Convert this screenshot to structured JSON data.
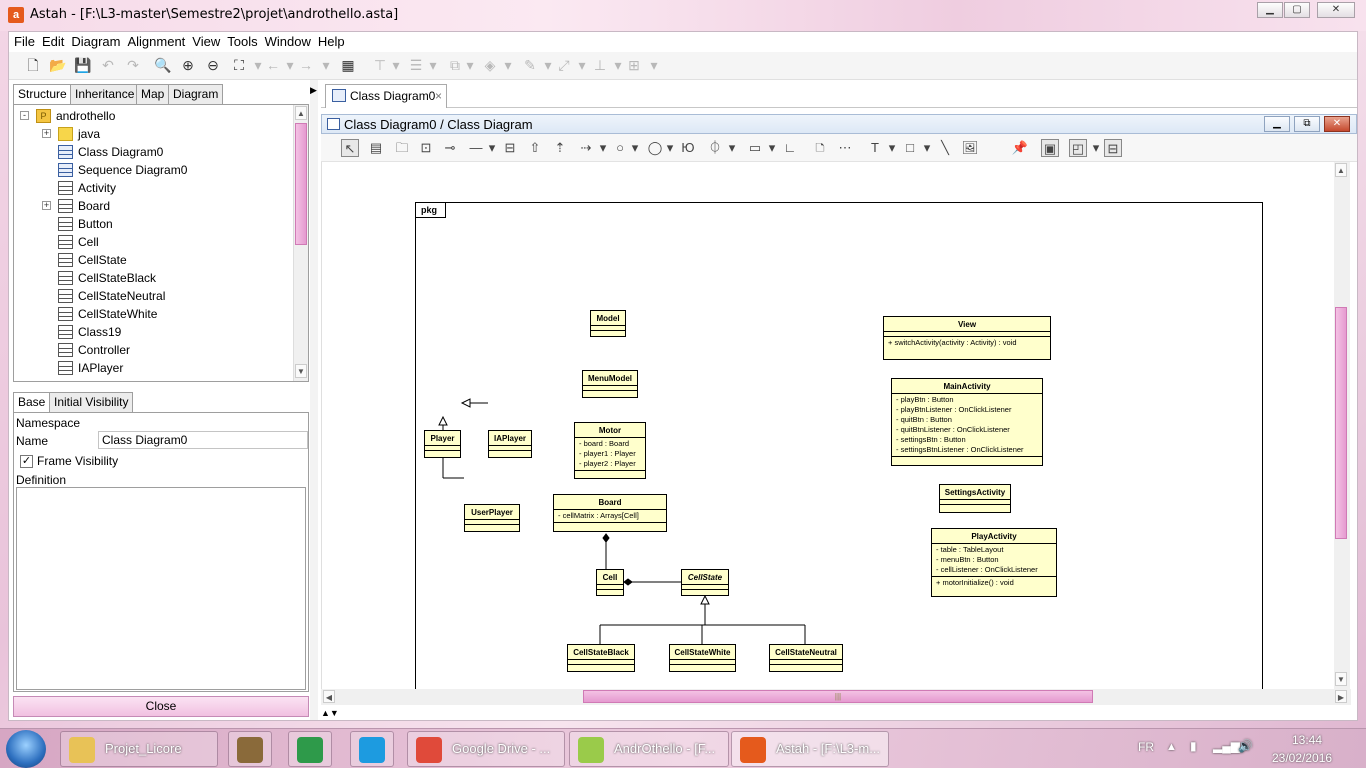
{
  "window": {
    "title": "Astah - [F:\\L3-master\\Semestre2\\projet\\androthello.asta]"
  },
  "menu": [
    "File",
    "Edit",
    "Diagram",
    "Alignment",
    "View",
    "Tools",
    "Window",
    "Help"
  ],
  "left_tabs": [
    "Structure",
    "Inheritance",
    "Map",
    "Diagram"
  ],
  "tree": [
    {
      "label": "androthello",
      "type": "pkg",
      "indent": 0,
      "expand": "-"
    },
    {
      "label": "java",
      "type": "folder",
      "indent": 1,
      "expand": "+"
    },
    {
      "label": "Class Diagram0",
      "type": "diag",
      "indent": 1,
      "expand": ""
    },
    {
      "label": "Sequence Diagram0",
      "type": "diag",
      "indent": 1,
      "expand": ""
    },
    {
      "label": "Activity",
      "type": "class",
      "indent": 1,
      "expand": ""
    },
    {
      "label": "Board",
      "type": "class",
      "indent": 1,
      "expand": "+"
    },
    {
      "label": "Button",
      "type": "class",
      "indent": 1,
      "expand": ""
    },
    {
      "label": "Cell",
      "type": "class",
      "indent": 1,
      "expand": ""
    },
    {
      "label": "CellState",
      "type": "class",
      "indent": 1,
      "expand": ""
    },
    {
      "label": "CellStateBlack",
      "type": "class",
      "indent": 1,
      "expand": ""
    },
    {
      "label": "CellStateNeutral",
      "type": "class",
      "indent": 1,
      "expand": ""
    },
    {
      "label": "CellStateWhite",
      "type": "class",
      "indent": 1,
      "expand": ""
    },
    {
      "label": "Class19",
      "type": "class",
      "indent": 1,
      "expand": ""
    },
    {
      "label": "Controller",
      "type": "class",
      "indent": 1,
      "expand": ""
    },
    {
      "label": "IAPlayer",
      "type": "class",
      "indent": 1,
      "expand": ""
    }
  ],
  "props_tabs": [
    "Base",
    "Initial Visibility"
  ],
  "props": {
    "namespace_label": "Namespace",
    "name_label": "Name",
    "name_value": "Class Diagram0",
    "frame_visibility_label": "Frame Visibility",
    "frame_visibility_checked": true,
    "definition_label": "Definition",
    "close_label": "Close"
  },
  "doc_tab": "Class Diagram0",
  "inner_title": "Class Diagram0 / Class Diagram",
  "pkg_label": "pkg",
  "classes": {
    "model": {
      "name": "Model",
      "attrs": [],
      "ops": []
    },
    "menumodel": {
      "name": "MenuModel",
      "attrs": [],
      "ops": []
    },
    "motor": {
      "name": "Motor",
      "attrs": [
        "- board : Board",
        "- player1 : Player",
        "- player2 : Player"
      ],
      "ops": []
    },
    "player": {
      "name": "Player",
      "attrs": [],
      "ops": []
    },
    "iaplayer": {
      "name": "IAPlayer",
      "attrs": [],
      "ops": []
    },
    "userplayer": {
      "name": "UserPlayer",
      "attrs": [],
      "ops": []
    },
    "board": {
      "name": "Board",
      "attrs": [
        "- cellMatrix : Arrays[Cell]"
      ],
      "ops": []
    },
    "cell": {
      "name": "Cell",
      "attrs": [],
      "ops": []
    },
    "cellstate": {
      "name": "CellState",
      "attrs": [],
      "ops": []
    },
    "cellstateblack": {
      "name": "CellStateBlack",
      "attrs": [],
      "ops": []
    },
    "cellstatewhite": {
      "name": "CellStateWhite",
      "attrs": [],
      "ops": []
    },
    "cellstateneutral": {
      "name": "CellStateNeutral",
      "attrs": [],
      "ops": []
    },
    "view": {
      "name": "View",
      "attrs": [],
      "ops": [
        "+ switchActivity(activity : Activity) : void"
      ]
    },
    "mainactivity": {
      "name": "MainActivity",
      "attrs": [
        "- playBtn : Button",
        "- playBtnListener : OnClickListener",
        "- quitBtn : Button",
        "- quitBtnListener : OnClickListener",
        "- settingsBtn : Button",
        "- settingsBtnListener : OnClickListener"
      ],
      "ops": []
    },
    "settingsactivity": {
      "name": "SettingsActivity",
      "attrs": [],
      "ops": []
    },
    "playactivity": {
      "name": "PlayActivity",
      "attrs": [
        "- table : TableLayout",
        "- menuBtn : Button",
        "- cellListener : OnClickListener"
      ],
      "ops": [
        "+ motorInitialize() : void"
      ]
    }
  },
  "taskbar": [
    {
      "label": "Projet_Licore",
      "color": "#e8c257"
    },
    {
      "label": "",
      "color": "#8a6a3a"
    },
    {
      "label": "",
      "color": "#2e9a4a"
    },
    {
      "label": "",
      "color": "#1d9be0"
    },
    {
      "label": "Google Drive - ...",
      "color": "#e04a3a"
    },
    {
      "label": "AndrOthello - [F...",
      "color": "#9acb4a"
    },
    {
      "label": "Astah - [F:\\L3-m...",
      "color": "#e55a1c"
    }
  ],
  "tray": {
    "lang": "FR",
    "time": "13:44",
    "date": "23/02/2016"
  }
}
